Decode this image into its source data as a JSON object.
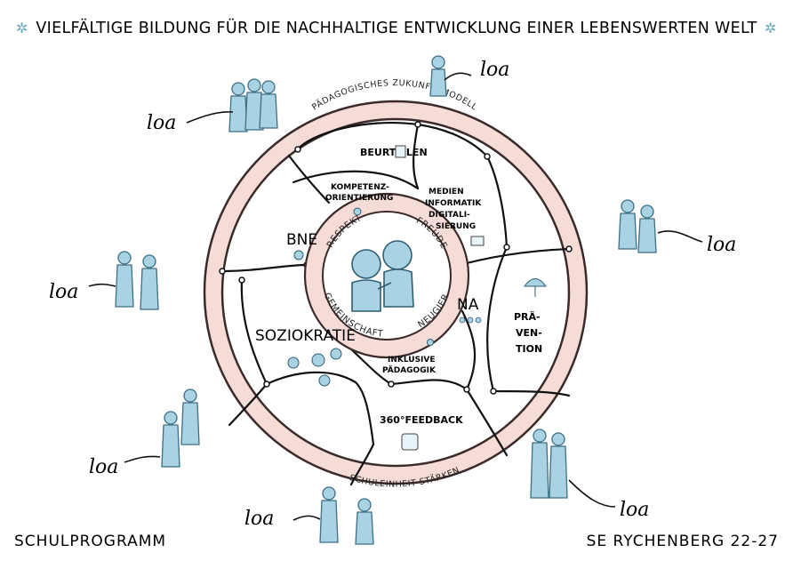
{
  "title": "VIELFÄLTIGE BILDUNG FÜR DIE NACHHALTIGE ENTWICKLUNG EINER LEBENSWERTEN WELT",
  "ring": {
    "top_label": "PÄDAGOGISCHES ZUKUNFTSMODELL",
    "bottom_label": "SCHULEINHEIT STÄRKEN"
  },
  "segments": {
    "beurteilen": "BEURTEILEN",
    "medien": [
      "MEDIEN",
      "INFORMATIK",
      "DIGITALI-",
      "SIERUNG"
    ],
    "praevention": [
      "PRÄ-",
      "VEN-",
      "TION"
    ],
    "feedback": "360°FEEDBACK",
    "soziokratie": "SOZIOKRATIE",
    "bne": "BNE",
    "kompetenz": [
      "KOMPETENZ-",
      "ORIENTIERUNG"
    ],
    "na": "NA",
    "inklusive": [
      "INKLUSIVE",
      "PÄDAGOGIK"
    ]
  },
  "core": {
    "respekt": "RESPEKT",
    "freude": "FREUDE",
    "gemeinschaft": "GEMEINSCHAFT",
    "neugier": "NEUGIER"
  },
  "loa_label": "loa",
  "footer": {
    "left": "SCHULPROGRAMM",
    "right": "SE RYCHENBERG 22-27"
  },
  "colors": {
    "ring_fill": "#f6dcd6",
    "ring_stroke": "#3a2a2a",
    "figure": "#a9d3e3",
    "figure_stroke": "#3d6f86",
    "ink": "#111111"
  }
}
